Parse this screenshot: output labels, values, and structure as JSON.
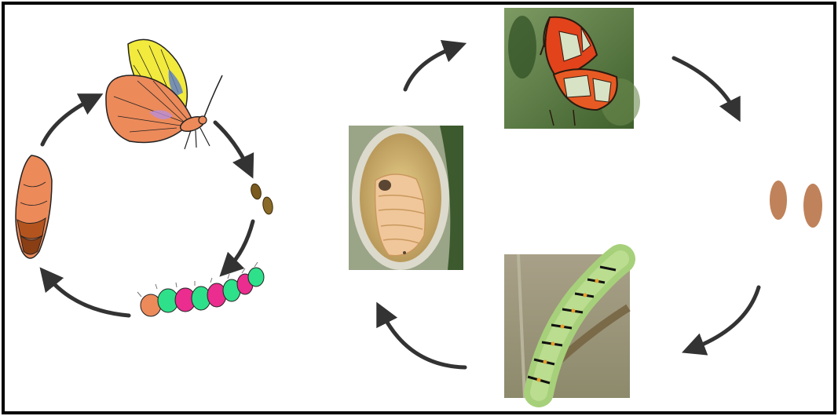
{
  "figure": {
    "left_cycle": {
      "stages": [
        {
          "id": "butterfly",
          "name": "adult-butterfly-drawing"
        },
        {
          "id": "eggs",
          "name": "eggs-drawing"
        },
        {
          "id": "caterpillar",
          "name": "caterpillar-drawing"
        },
        {
          "id": "pupa",
          "name": "pupa-drawing"
        }
      ],
      "colors": {
        "wing_yellow": "#f2ea3c",
        "wing_orange": "#ec8a5a",
        "caterpillar_green": "#2ee08a",
        "caterpillar_pink": "#ea2d8e",
        "egg_brown": "#7a5a1e"
      }
    },
    "right_cycle": {
      "stages": [
        {
          "id": "butterfly",
          "name": "butterfly-photo"
        },
        {
          "id": "eggs",
          "name": "eggs-illustration"
        },
        {
          "id": "caterpillar",
          "name": "caterpillar-photo"
        },
        {
          "id": "cocoon",
          "name": "cocoon-photo"
        }
      ],
      "colors": {
        "egg_brown": "#c0825a",
        "leaf_green": "#3b6b2e",
        "cocoon_tan": "#e8c87a"
      }
    },
    "arrow_color": "#333333",
    "border_color": "#000000"
  }
}
